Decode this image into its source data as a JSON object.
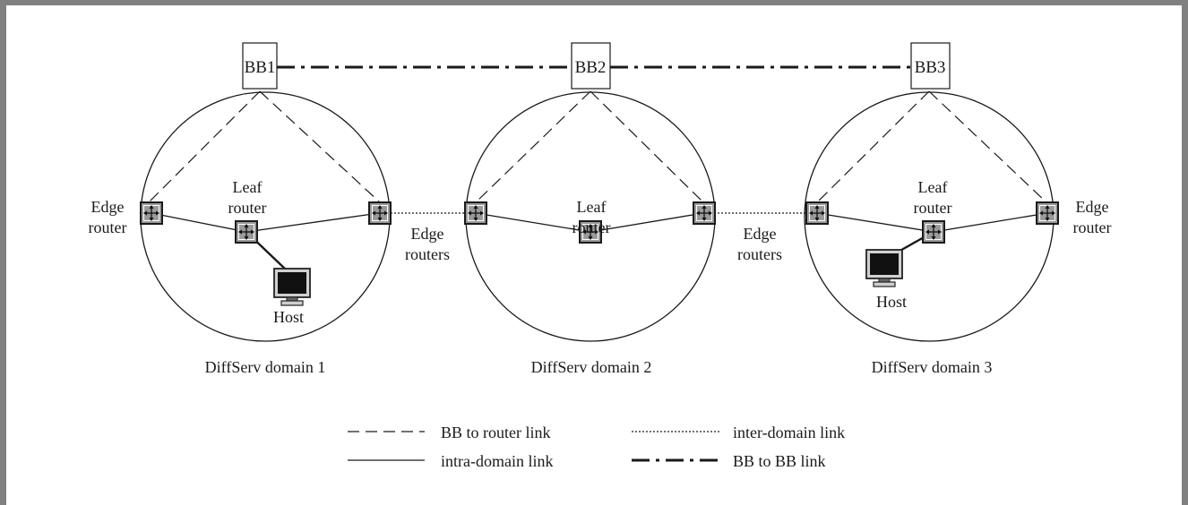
{
  "backbone": {
    "bandwidth_brokers": [
      "BB1",
      "BB2",
      "BB3"
    ]
  },
  "domains": [
    {
      "caption": "DiffServ domain 1",
      "leaf_label": [
        "Leaf",
        "router"
      ],
      "edge_label": [
        "Edge",
        "router"
      ],
      "host_label": "Host"
    },
    {
      "caption": "DiffServ domain 2",
      "leaf_label": [
        "Leaf",
        "router"
      ]
    },
    {
      "caption": "DiffServ domain 3",
      "leaf_label": [
        "Leaf",
        "router"
      ],
      "edge_label": [
        "Edge",
        "router"
      ],
      "host_label": "Host"
    }
  ],
  "between": {
    "edge_routers_1_2": [
      "Edge",
      "routers"
    ],
    "edge_routers_2_3": [
      "Edge",
      "routers"
    ]
  },
  "legend": {
    "bb_to_router": "BB to router link",
    "intra_domain": "intra-domain link",
    "inter_domain": "inter-domain link",
    "bb_to_bb": "BB to BB link"
  },
  "colors": {
    "frame": "#808080",
    "line": "#1a1a1a",
    "router_fill": "#9a9a9a",
    "host_screen": "#111111"
  }
}
